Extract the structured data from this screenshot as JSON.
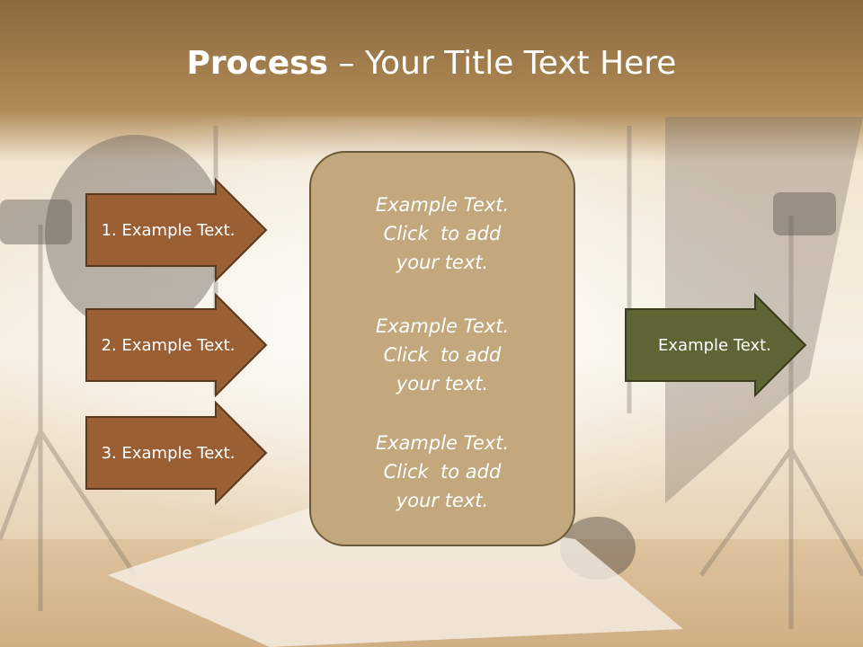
{
  "slide": {
    "title_bold": "Process",
    "title_dash": " – ",
    "title_rest": "Your Title Text Here"
  },
  "left_arrows": [
    {
      "label": "1. Example Text."
    },
    {
      "label": "2. Example Text."
    },
    {
      "label": "3. Example Text."
    }
  ],
  "center_blocks": [
    {
      "line1": "Example Text.",
      "line2": "Click  to add",
      "line3": "your text."
    },
    {
      "line1": "Example Text.",
      "line2": "Click  to add",
      "line3": "your text."
    },
    {
      "line1": "Example Text.",
      "line2": "Click  to add",
      "line3": "your text."
    }
  ],
  "right_arrow": {
    "label": "Example Text."
  },
  "colors": {
    "left_arrow_fill": "#9a5f33",
    "right_arrow_fill": "#5e6434",
    "center_box_fill": "#c3a87d",
    "title_band": "#a07c4a"
  }
}
